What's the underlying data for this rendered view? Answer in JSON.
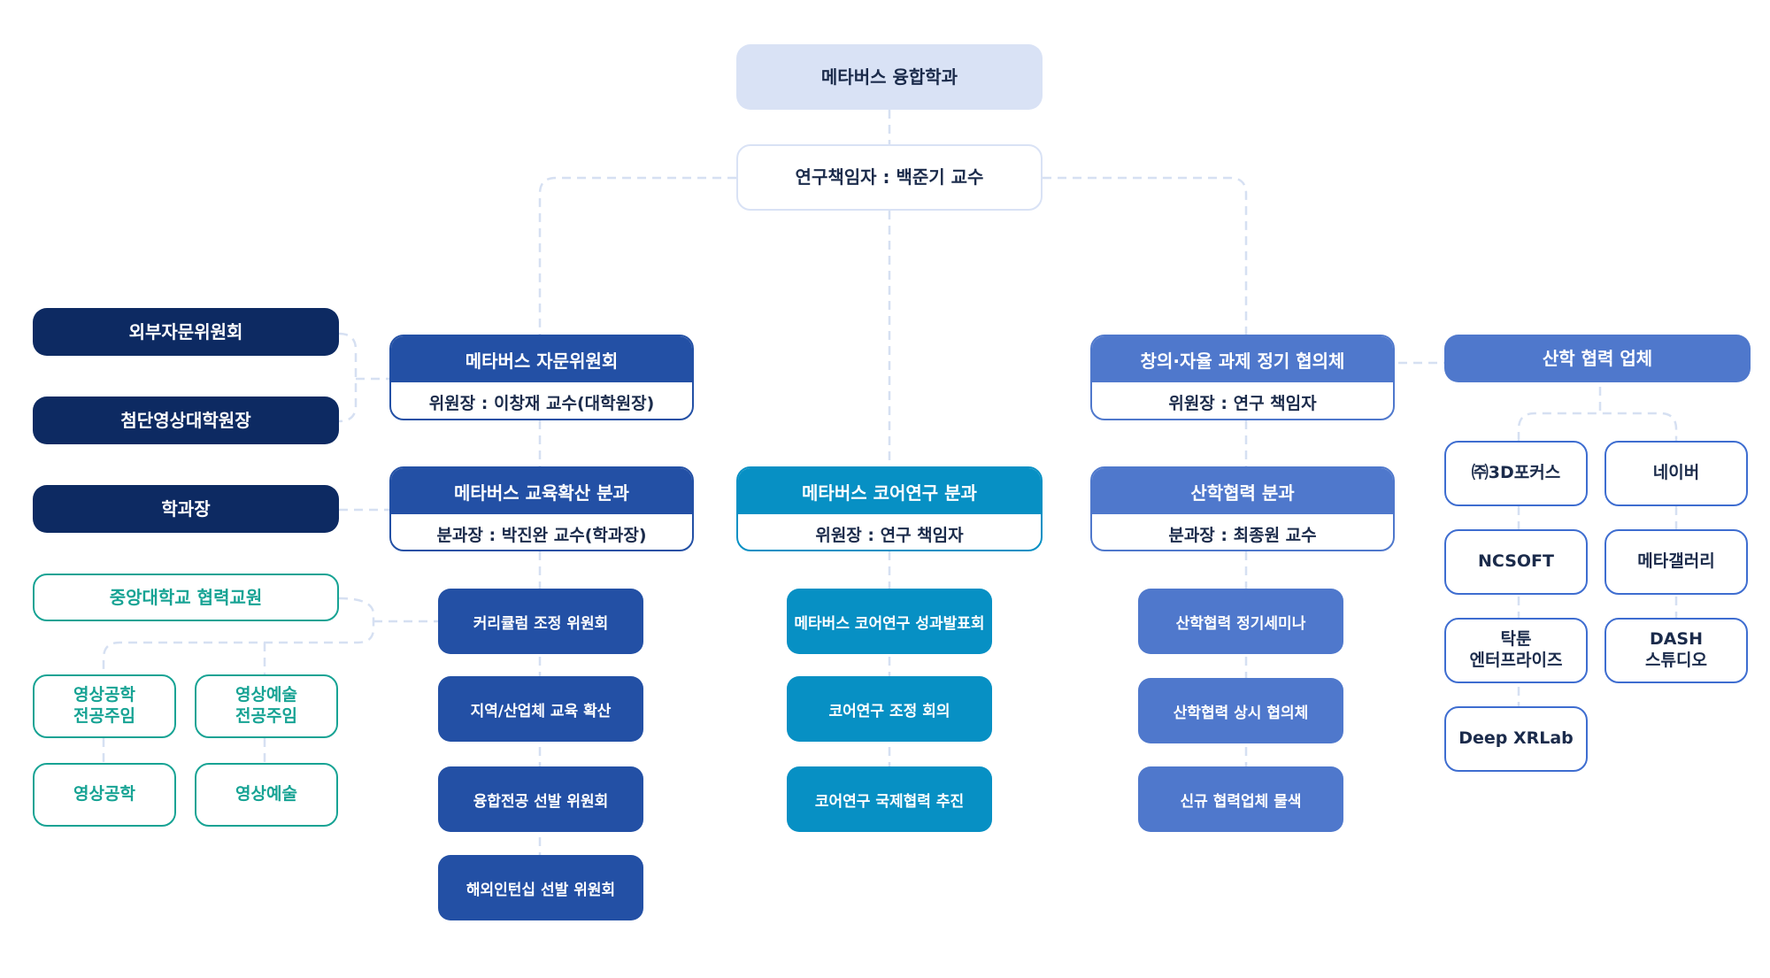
{
  "top": {
    "title": "메타버스 융합학과"
  },
  "pi": {
    "label": "연구책임자 : 백준기 교수"
  },
  "left": {
    "external": "외부자문위원회",
    "dean": "첨단영상대학원장",
    "chair": "학과장",
    "partner": "중앙대학교 협력교원",
    "majors": [
      "영상공학\n전공주임",
      "영상예술\n전공주임",
      "영상공학",
      "영상예술"
    ]
  },
  "advisory": {
    "title": "메타버스 자문위원회",
    "sub": "위원장 : 이창재 교수(대학원장)"
  },
  "edu": {
    "title": "메타버스 교육확산 분과",
    "sub": "분과장 : 박진완 교수(학과장)",
    "items": [
      "커리큘럼 조정 위원회",
      "지역/산업체 교육 확산",
      "융합전공 선발 위원회",
      "해외인턴십 선발 위원회"
    ]
  },
  "core": {
    "title": "메타버스 코어연구 분과",
    "sub": "위원장 : 연구 책임자",
    "items": [
      "메타버스 코어연구 성과발표회",
      "코어연구 조정 회의",
      "코어연구 국제협력 추진"
    ]
  },
  "council": {
    "title": "창의·자율 과제 정기 협의체",
    "sub": "위원장 : 연구 책임자"
  },
  "industry_div": {
    "title": "산학협력 분과",
    "sub": "분과장 : 최종원 교수",
    "items": [
      "산학협력 정기세미나",
      "산학협력 상시 협의체",
      "신규 협력업체 물색"
    ]
  },
  "companies": {
    "title": "산학 협력 업체",
    "items": [
      "㈜3D포커스",
      "네이버",
      "NCSOFT",
      "메타갤러리",
      "탁툰\n엔터프라이즈",
      "DASH\n스튜디오",
      "Deep XRLab"
    ]
  }
}
